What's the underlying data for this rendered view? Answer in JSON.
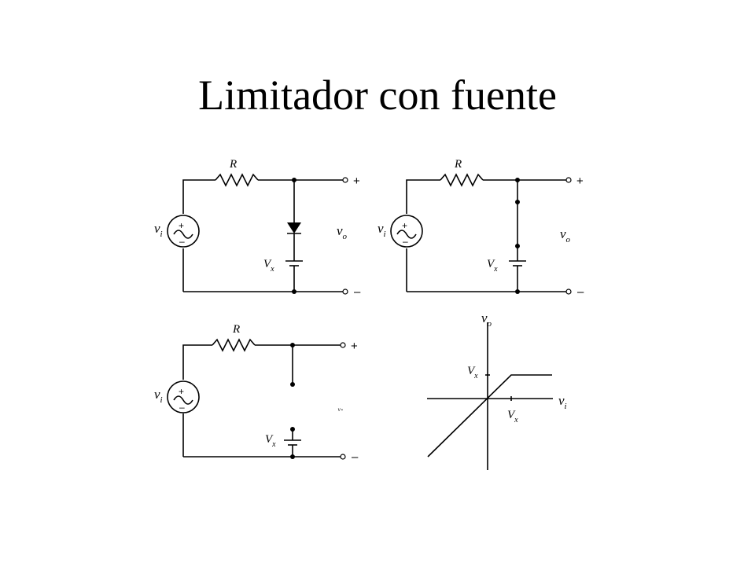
{
  "title": "Limitador con fuente",
  "labels": {
    "R": "R",
    "v": "v",
    "i": "i",
    "o": "o",
    "V": "V",
    "x": "x",
    "plus": "+",
    "minus": "–",
    "partial_label": "ᵥ."
  },
  "colors": {
    "ink": "#000000",
    "background": "#ffffff"
  }
}
